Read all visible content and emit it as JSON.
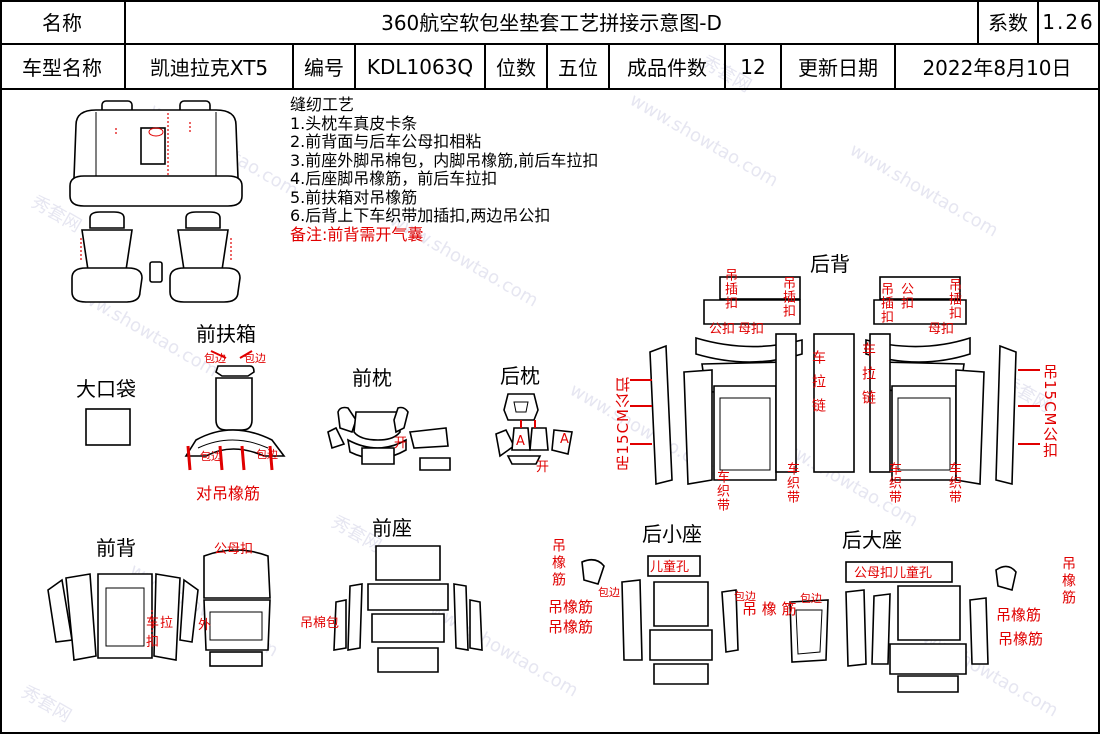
{
  "header": {
    "name_label": "名称",
    "title": "360航空软包坐垫套工艺拼接示意图-D",
    "coef_label": "系数",
    "coef_value": "1.26",
    "model_label": "车型名称",
    "model_value": "凯迪拉克XT5",
    "code_label": "编号",
    "code_value": "KDL1063Q",
    "seats_label": "位数",
    "seats_value": "五位",
    "pieces_label": "成品件数",
    "pieces_value": "12",
    "date_label": "更新日期",
    "date_value": "2022年8月10日"
  },
  "notes": {
    "heading": "缝纫工艺",
    "items": [
      "1.头枕车真皮卡条",
      "2.前背面与后车公母扣相粘",
      "3.前座外脚吊棉包，内脚吊橡筋,前后车拉扣",
      "4.后座脚吊橡筋，前后车拉扣",
      "5.前扶箱对吊橡筋",
      "6.后背上下车织带加插扣,两边吊公扣"
    ],
    "remark": "备注:前背需开气囊"
  },
  "sections": {
    "rear_back": "后背",
    "front_armrest": "前扶箱",
    "big_pocket": "大口袋",
    "front_pillow": "前枕",
    "rear_pillow": "后枕",
    "front_back": "前背",
    "front_seat": "前座",
    "rear_small_seat": "后小座",
    "rear_big_seat": "后大座"
  },
  "annotations": {
    "hang_buckle": "吊插扣",
    "male_buckle": "公扣",
    "female_buckle": "母扣",
    "hang_male_buckle": "吊公扣",
    "zipper": "车拉链",
    "webbing": "车织带",
    "hang_15cm": "吊15CM公扣",
    "edge_wrap": "包边",
    "armrest_bottom": "对吊橡筋",
    "open": "开",
    "open2": "开",
    "male_female": "公母扣",
    "pull_buckle": "车拉扣",
    "outer": "外",
    "cotton": "吊棉包",
    "child_hole": "儿童孔",
    "male_female_child": "公母扣儿童孔",
    "elastic": "吊橡筋",
    "elastic_spaced": "吊 橡 筋",
    "a_mark": "A"
  },
  "watermark": {
    "site": "www.showtao.com",
    "brand": "秀套网"
  }
}
